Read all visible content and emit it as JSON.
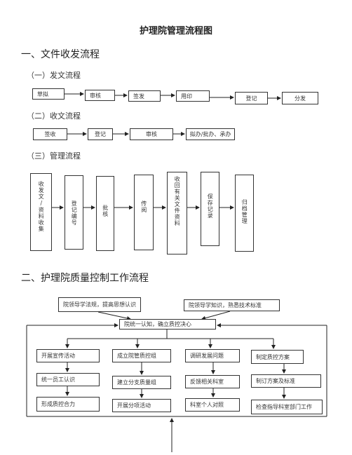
{
  "title": "护理院管理流程图",
  "section1": {
    "heading": "一、文件收发流程",
    "sub1": {
      "heading": "（一）发文流程",
      "steps": [
        "草拟",
        "审核",
        "签发",
        "用印",
        "登记",
        "分发"
      ]
    },
    "sub2": {
      "heading": "（二）收文流程",
      "steps": [
        "签收",
        "登记",
        "审核",
        "拟办/批办、承办"
      ]
    },
    "sub3": {
      "heading": "（三）管理流程",
      "steps": [
        "收发文/资料收集",
        "登记编号",
        "批核",
        "传阅",
        "收回有关文件资料",
        "保存记录",
        "归档管理"
      ]
    }
  },
  "section2": {
    "heading": "二、护理院质量控制工作流程",
    "top_left": "院领导学法规，提高思想认识",
    "top_right": "院领导学知识，熟悉技术标准",
    "center": "院统一认知，确立质控决心",
    "columns": [
      [
        "开展宣传活动",
        "统一员工认识",
        "形成质控合力"
      ],
      [
        "成立院管质控组",
        "建立分支质量组",
        "开展分项活动"
      ],
      [
        "调研发展问题",
        "反馈相关科室",
        "科室个人对照"
      ],
      [
        "制定质控方案",
        "制订方案及标准",
        "检查指导科室部门工作"
      ]
    ]
  }
}
